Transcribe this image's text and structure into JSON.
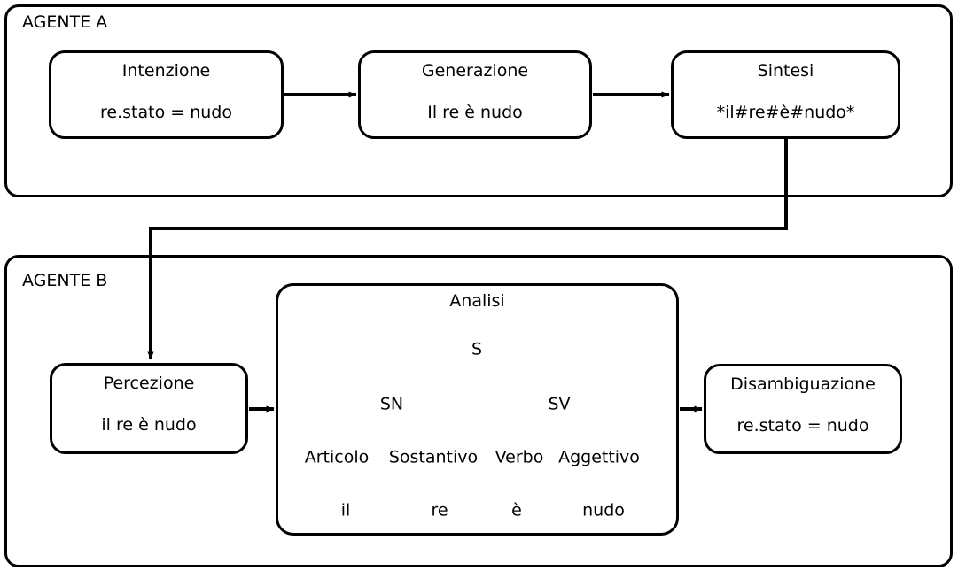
{
  "diagram": {
    "title_agent_a": "AGENTE A",
    "title_agent_b": "AGENTE B"
  },
  "agent_a": {
    "label": "AGENTE A",
    "boxes": [
      {
        "title": "Intenzione",
        "value": "re.stato = nudo"
      },
      {
        "title": "Generazione",
        "value": "Il re è nudo"
      },
      {
        "title": "Sintesi",
        "value": "*il#re#è#nudo*"
      }
    ]
  },
  "agent_b": {
    "label": "AGENTE B",
    "percezione": {
      "title": "Percezione",
      "value": "il re è nudo"
    },
    "disambiguazione": {
      "title": "Disambiguazione",
      "value": "re.stato = nudo"
    },
    "analisi": {
      "title": "Analisi",
      "tree": {
        "root": "S",
        "phrases": [
          "SN",
          "SV"
        ],
        "pos": [
          "Articolo",
          "Sostantivo",
          "Verbo",
          "Aggettivo"
        ],
        "words": [
          "il",
          "re",
          "è",
          "nudo"
        ]
      }
    }
  },
  "style": {
    "line_color": "#000000",
    "background": "#ffffff"
  }
}
